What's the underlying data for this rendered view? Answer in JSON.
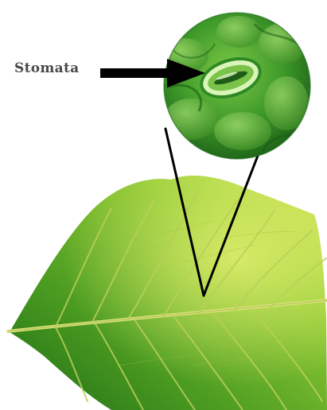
{
  "label": {
    "text": "Stomata"
  },
  "icons": {
    "leaf": "leaf-illustration",
    "magnifier": "magnified-circle",
    "stoma": "stoma-pore"
  },
  "colors": {
    "background": "#ffffff",
    "leaf_light": "#c7e04a",
    "leaf_mid": "#6fb52a",
    "leaf_dark": "#2f7d1c",
    "vein": "#d8e27a",
    "magnifier_dark": "#1e6b1a",
    "magnifier_light": "#8fd25a",
    "pointer": "#000000",
    "label_text": "#4a4a4a"
  }
}
